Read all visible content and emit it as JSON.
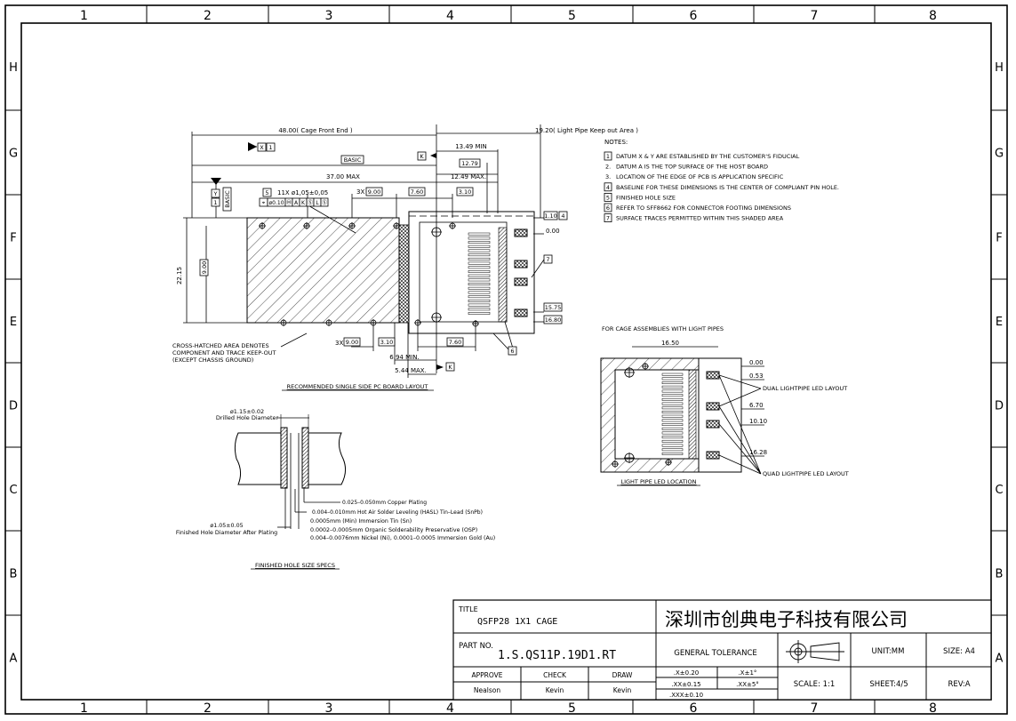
{
  "frame": {
    "columns": [
      "1",
      "2",
      "3",
      "4",
      "5",
      "6",
      "7",
      "8"
    ],
    "rows": [
      "H",
      "G",
      "F",
      "E",
      "D",
      "C",
      "B",
      "A"
    ]
  },
  "main_view": {
    "dim_cage_front_end": "48.00( Cage Front End )",
    "dim_light_pipe_keepout": "19.20( Light Pipe Keep out Area )",
    "datum_x": "X",
    "datum_y": "Y",
    "datum_k": "K",
    "note_ref_1": "1",
    "basic_label": "BASIC",
    "basic_vertical": "BASIC",
    "dim_1349": "13.49  MIN",
    "dim_1279": "12.79",
    "dim_1249": "12.49  MAX.",
    "dim_3700": "37.00  MAX",
    "hole_callout_note": "5",
    "hole_callout": "11X  ø1,05±0,05",
    "fcf_position": "⌖",
    "fcf_tolerance": "ø0.10",
    "fcf_mod1": "Ⓜ",
    "fcf_datum_a": "A",
    "fcf_datum_k": "K",
    "fcf_mod2": "Ⓢ",
    "fcf_datum_l": "L",
    "fcf_mod3": "Ⓢ",
    "top_pitch_prefix": "3X",
    "top_pitch": "9.00",
    "top_dim_760": "7.60",
    "top_dim_310": "3.10",
    "dim_110": "1.10",
    "note_ref_4": "4",
    "dim_000": "0.00",
    "note_ref_7": "7",
    "dim_2215": "22.15",
    "dim_900": "9.00",
    "dim_1575": "15.75",
    "dim_1680": "16.80",
    "crosshatch_note": [
      "CROSS-HATCHED AREA DENOTES",
      "COMPONENT AND TRACE KEEP-OUT",
      "(EXCEPT CHASSIS GROUND)"
    ],
    "bottom_pitch_prefix": "3X",
    "bottom_pitch": "9.00",
    "bottom_dim_310": "3.10",
    "bottom_dim_760": "7.60",
    "note_ref_6": "6",
    "dim_694": "6.94  MIN.",
    "dim_544": "5.44  MAX.",
    "caption": "RECOMMENDED  SINGLE  SIDE  PC  BOARD  LAYOUT"
  },
  "notes": {
    "title": "NOTES:",
    "items": [
      {
        "num": "1",
        "boxed": true,
        "text": "DATUM  X  &  Y  ARE  ESTABLISHED  BY  THE  CUSTOMER'S  FIDUCIAL"
      },
      {
        "num": "2.",
        "boxed": false,
        "text": "DATUM  A  IS  THE  TOP  SURFACE  OF  THE  HOST  BOARD"
      },
      {
        "num": "3.",
        "boxed": false,
        "text": "LOCATION  OF  THE  EDGE  OF  PCB  IS  APPLICATION  SPECIFIC"
      },
      {
        "num": "4",
        "boxed": true,
        "text": "BASELINE  FOR  THESE  DIMENSIONS  IS  THE  CENTER  OF  COMPLIANT  PIN  HOLE."
      },
      {
        "num": "5",
        "boxed": true,
        "text": "FINISHED  HOLE  SIZE"
      },
      {
        "num": "6",
        "boxed": true,
        "text": "REFER  TO  SFF8662  FOR  CONNECTOR  FOOTING  DIMENSIONS"
      },
      {
        "num": "7",
        "boxed": true,
        "text": "SURFACE  TRACES  PERMITTED  WITHIN  THIS  SHADED  AREA"
      }
    ]
  },
  "light_pipe": {
    "header": "FOR  CAGE  ASSEMBLIES  WITH  LIGHT  PIPES",
    "dim_width": "16.50",
    "dims": [
      "0.00",
      "0.53",
      "6.70",
      "10.10",
      "16.28"
    ],
    "dual_label": "DUAL  LIGHTPIPE  LED  LAYOUT",
    "quad_label": "QUAD  LIGHTPIPE  LED  LAYOUT",
    "caption": "LIGHT  PIPE  LED  LOCATION"
  },
  "hole_spec": {
    "drilled_dia": "ø1.15±0.02",
    "drilled_label": "Drilled Hole Diameter",
    "finished_dia": "ø1.05±0.05",
    "finished_label": "Finished Hole Diameter After Plating",
    "plating_lines": [
      "0.025–0.050mm  Copper  Plating",
      "0.004–0.010mm  Hot  Air  Solder  Leveling  (HASL)  Tin–Lead  (SnPb)",
      "0.0005mm  (Min)  Immersion  Tin  (Sn)",
      "0.0002–0.0005mm  Organic  Solderability  Preservative  (OSP)",
      "0.004–0.0076mm  Nickel  (Ni),  0.0001–0.0005  Immersion  Gold  (Au)"
    ],
    "caption": "FINISHED  HOLE  SIZE  SPECS"
  },
  "title_block": {
    "title_label": "TITLE",
    "title_value": "QSFP28  1X1  CAGE",
    "company": "深圳市创典电子科技有限公司",
    "part_label": "PART  NO.",
    "part_value": "1.S.QS11P.19D1.RT",
    "general_tolerance": "GENERAL  TOLERANCE",
    "unit": "UNIT:MM",
    "size": "SIZE:  A4",
    "approve_label": "APPROVE",
    "check_label": "CHECK",
    "draw_label": "DRAW",
    "approve_name": "Nealson",
    "check_name": "Kevin",
    "draw_name": "Kevin",
    "tol_x": ".X±0.20",
    "tol_xx": ".XX±0.15",
    "tol_xxx": ".XXX±0.10",
    "tol_ang1": ".X±1°",
    "tol_ang2": ".XX±5°",
    "scale": "SCALE:  1:1",
    "sheet": "SHEET:4/5",
    "rev": "REV:A"
  }
}
